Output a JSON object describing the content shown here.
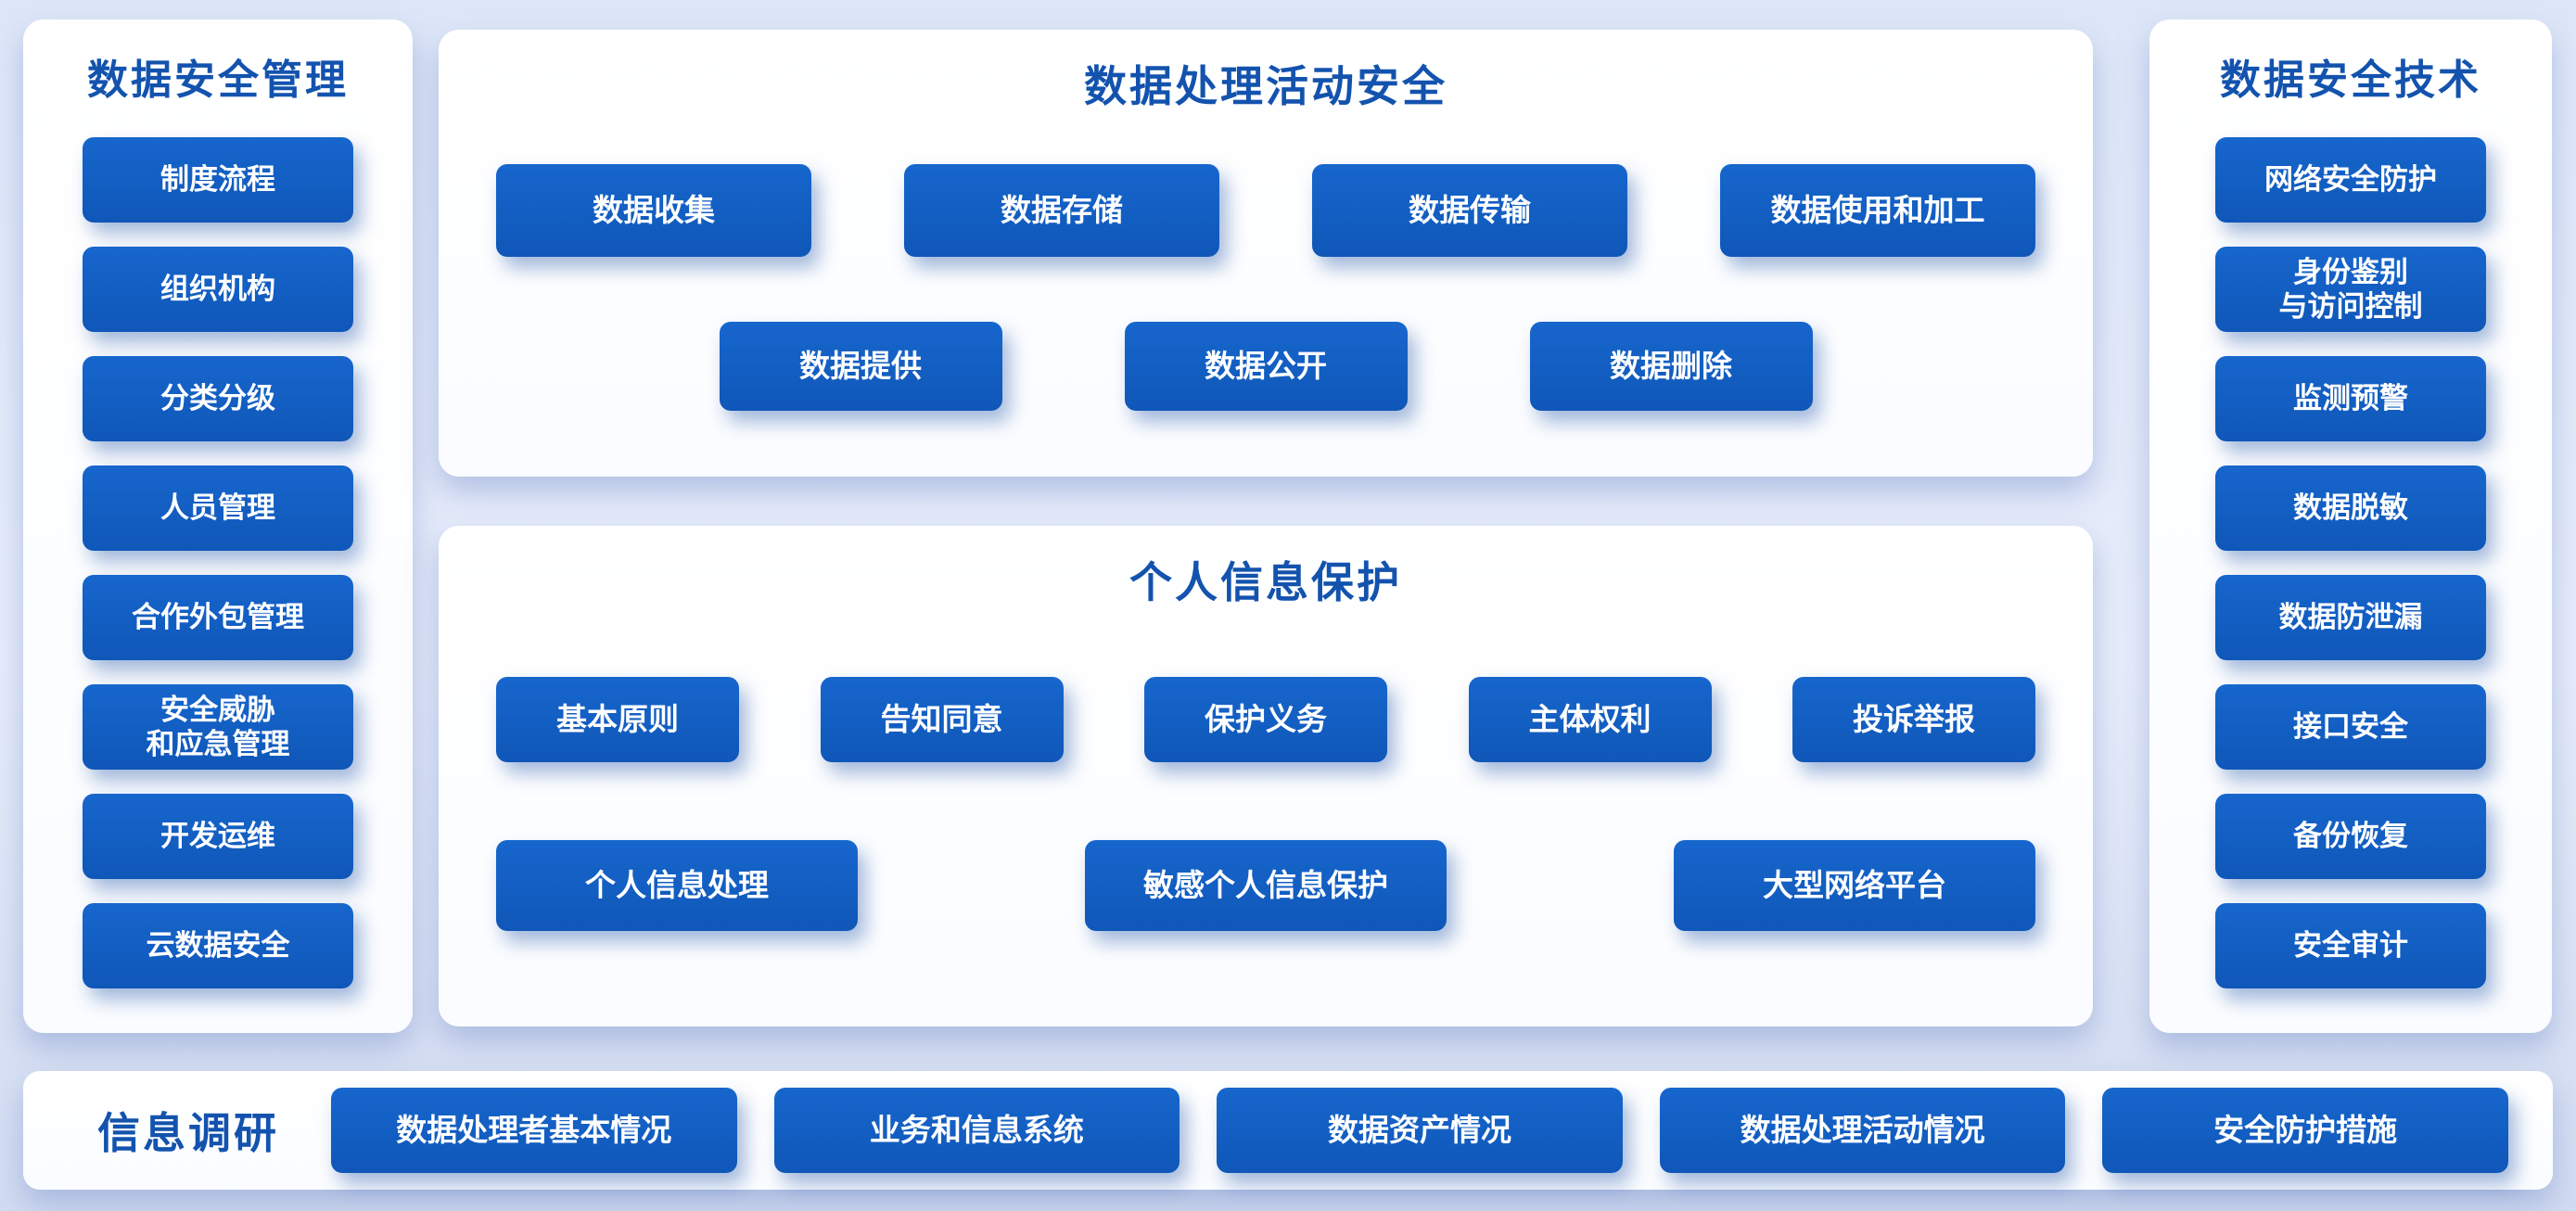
{
  "colors": {
    "background": "#dde6f7",
    "panel": "#ffffff",
    "button_blue": "#1160c4",
    "title_blue": "#1353ae",
    "button_text": "#ffffff"
  },
  "left_panel": {
    "title": "数据安全管理",
    "items": [
      "制度流程",
      "组织机构",
      "分类分级",
      "人员管理",
      "合作外包管理",
      "安全威胁\n和应急管理",
      "开发运维",
      "云数据安全"
    ]
  },
  "data_processing_panel": {
    "title": "数据处理活动安全",
    "row1": [
      "数据收集",
      "数据存储",
      "数据传输",
      "数据使用和加工"
    ],
    "row2": [
      "数据提供",
      "数据公开",
      "数据删除"
    ]
  },
  "personal_info_panel": {
    "title": "个人信息保护",
    "row1": [
      "基本原则",
      "告知同意",
      "保护义务",
      "主体权利",
      "投诉举报"
    ],
    "row2": [
      "个人信息处理",
      "敏感个人信息保护",
      "大型网络平台"
    ]
  },
  "right_panel": {
    "title": "数据安全技术",
    "items": [
      "网络安全防护",
      "身份鉴别\n与访问控制",
      "监测预警",
      "数据脱敏",
      "数据防泄漏",
      "接口安全",
      "备份恢复",
      "安全审计"
    ]
  },
  "bottom_bar": {
    "title": "信息调研",
    "items": [
      "数据处理者基本情况",
      "业务和信息系统",
      "数据资产情况",
      "数据处理活动情况",
      "安全防护措施"
    ]
  }
}
